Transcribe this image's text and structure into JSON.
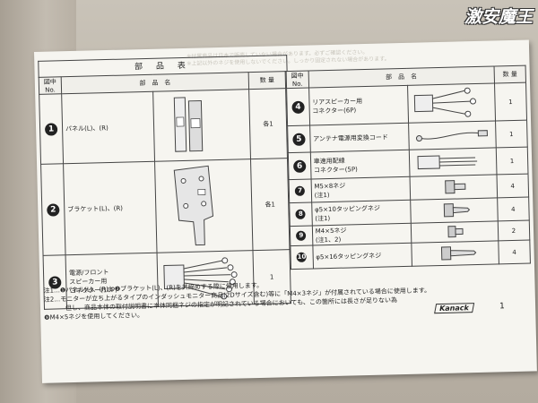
{
  "watermark": "激安魔王",
  "ghost_text": [
    "※付属商品は日本で販売していない場合があります。必ずご確認ください。",
    "※上記以外のネジを使用しないでください。しっかり固定されない場合があります。"
  ],
  "sheet_title": "部 品 表",
  "header": {
    "no": "図中No.",
    "name": "部　品　名",
    "qty": "数 量"
  },
  "left_parts": [
    {
      "num": "1",
      "name": "パネル(L)、(R)",
      "qty": "各1",
      "icon": "panel-icon"
    },
    {
      "num": "2",
      "name": "ブラケット(L)、(R)",
      "qty": "各1",
      "icon": "bracket-icon"
    },
    {
      "num": "3",
      "name": "電源/フロント\nスピーカー用\nコネクター(10P)",
      "qty": "1",
      "icon": "connector-10p-icon"
    }
  ],
  "right_parts": [
    {
      "num": "4",
      "name": "リアスピーカー用\nコネクター(6P)",
      "qty": "1",
      "icon": "connector-6p-icon"
    },
    {
      "num": "5",
      "name": "アンテナ電源用変換コード",
      "qty": "1",
      "icon": "antenna-cord-icon"
    },
    {
      "num": "6",
      "name": "車速用配線\nコネクター(5P)",
      "qty": "1",
      "icon": "connector-5p-icon"
    },
    {
      "num": "7",
      "name": "M5×8ネジ\n(注1)",
      "qty": "4",
      "icon": "screw-m5x8-icon"
    },
    {
      "num": "8",
      "name": "φ5×10タッピングネジ\n(注1)",
      "qty": "4",
      "icon": "tapping-screw-5x10-icon"
    },
    {
      "num": "9",
      "name": "M4×5ネジ\n(注1、2)",
      "qty": "2",
      "icon": "screw-m4x5-icon"
    },
    {
      "num": "10",
      "name": "φ5×16タッピングネジ",
      "qty": "4",
      "icon": "tapping-screw-5x16-icon"
    }
  ],
  "notes": [
    "注1…❶パネル(L)、(R)と❷ブラケット(L)、(R)を共締めする際に使用します。",
    "注2…モニターが立ち上がるタイプのインダッシュモニター商品(2Dサイズ含む)等に「M4×3ネジ」が付属されている場合に使用します。",
    "但し、商品本体の取付説明書に本体同梱ネジの指定が明記されている場合においても、この箇所には長さが足りない為",
    "❾M4×5ネジを使用してください。"
  ],
  "brand": "Kanack",
  "page_number": "1"
}
